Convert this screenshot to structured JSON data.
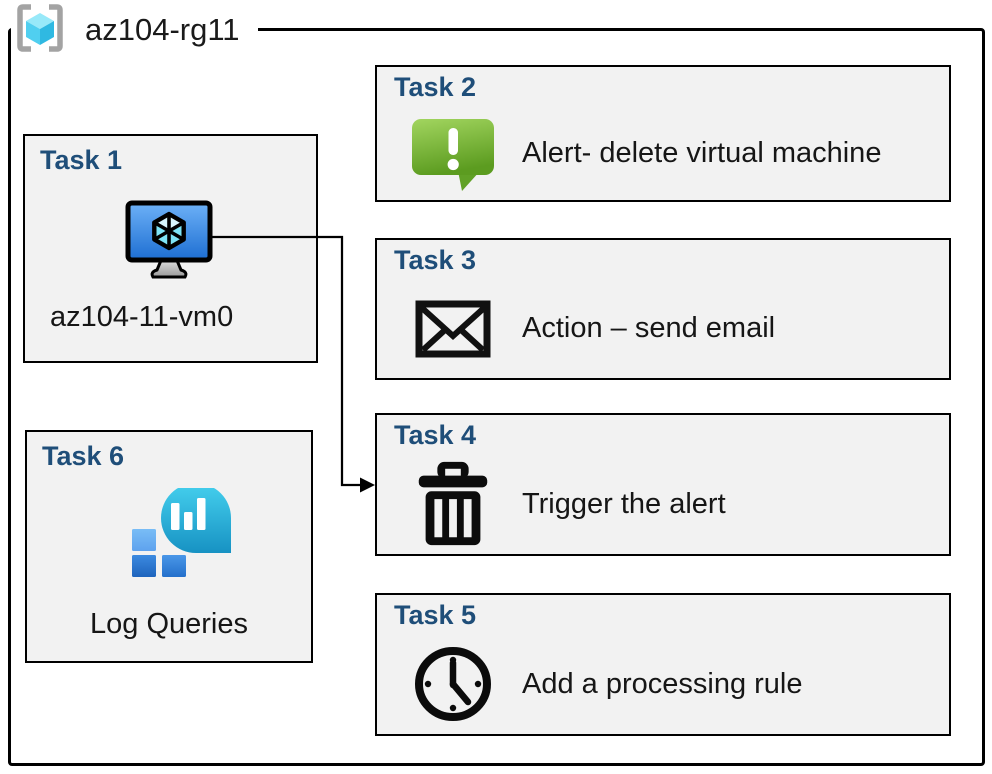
{
  "resource_group": {
    "name": "az104-rg11"
  },
  "tasks": [
    {
      "id": "task1",
      "title": "Task 1",
      "label": "az104-11-vm0",
      "icon": "virtual-machine-icon"
    },
    {
      "id": "task2",
      "title": "Task 2",
      "label": "Alert- delete virtual machine",
      "icon": "alert-message-icon"
    },
    {
      "id": "task3",
      "title": "Task 3",
      "label": "Action – send email",
      "icon": "email-envelope-icon"
    },
    {
      "id": "task4",
      "title": "Task 4",
      "label": "Trigger the alert",
      "icon": "trash-icon"
    },
    {
      "id": "task5",
      "title": "Task 5",
      "label": "Add a processing rule",
      "icon": "clock-icon"
    },
    {
      "id": "task6",
      "title": "Task 6",
      "label": "Log Queries",
      "icon": "log-analytics-icon"
    }
  ],
  "connector": {
    "from": "task1",
    "to": "task4"
  },
  "colors": {
    "task_title_blue": "#1F4E79",
    "box_fill": "#F2F2F2",
    "border_black": "#000000",
    "alert_green": "#6FAE2B",
    "vm_screen_blue": "#2B79D8",
    "log_analytics_teal": "#2BB3DB",
    "log_analytics_blue": "#3181DB",
    "resource_group_cyan": "#50CFF0",
    "bracket_gray": "#A3A3A3"
  }
}
